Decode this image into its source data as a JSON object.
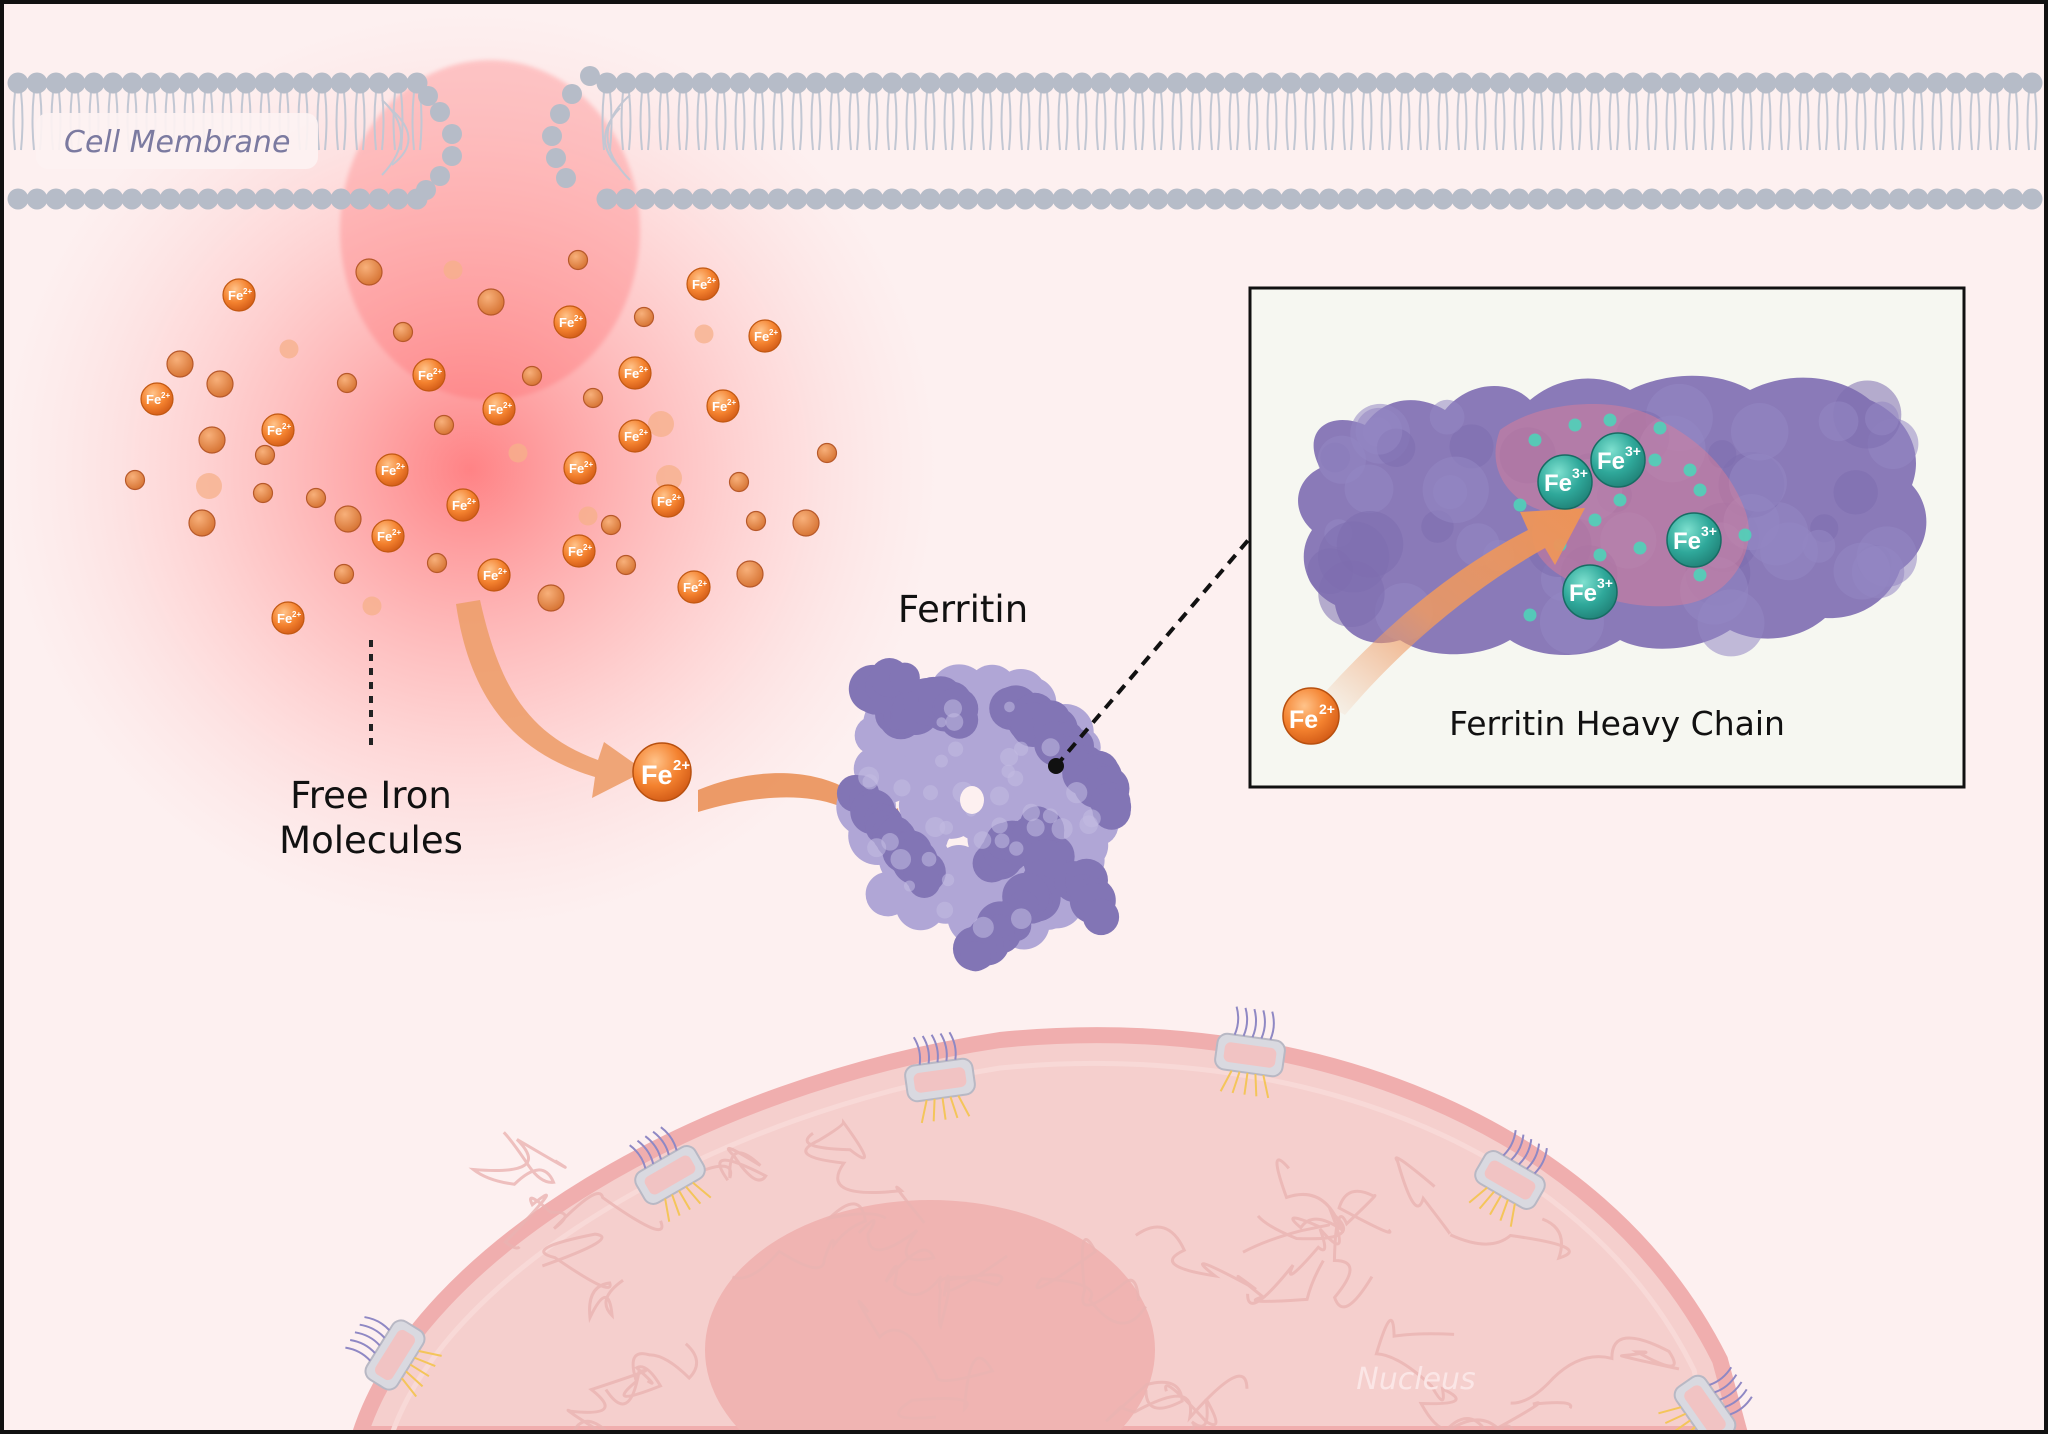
{
  "labels": {
    "cell_membrane": "Cell Membrane",
    "free_iron": [
      "Free Iron",
      "Molecules"
    ],
    "ferritin": "Ferritin",
    "ferritin_heavy_chain": "Ferritin Heavy Chain",
    "nucleus": "Nucleus"
  },
  "ions": {
    "fe2_symbol": "Fe",
    "fe2_charge": "2+",
    "fe3_symbol": "Fe",
    "fe3_charge": "3+"
  },
  "colors": {
    "background": "#fdf0f0",
    "iron_orange": "#f07a2a",
    "ferritin_purple": "#8a7ab8",
    "fe3_teal": "#2fa89a",
    "membrane_gray": "#b6bcc8",
    "nucleus_pink": "#f3c3c1"
  }
}
